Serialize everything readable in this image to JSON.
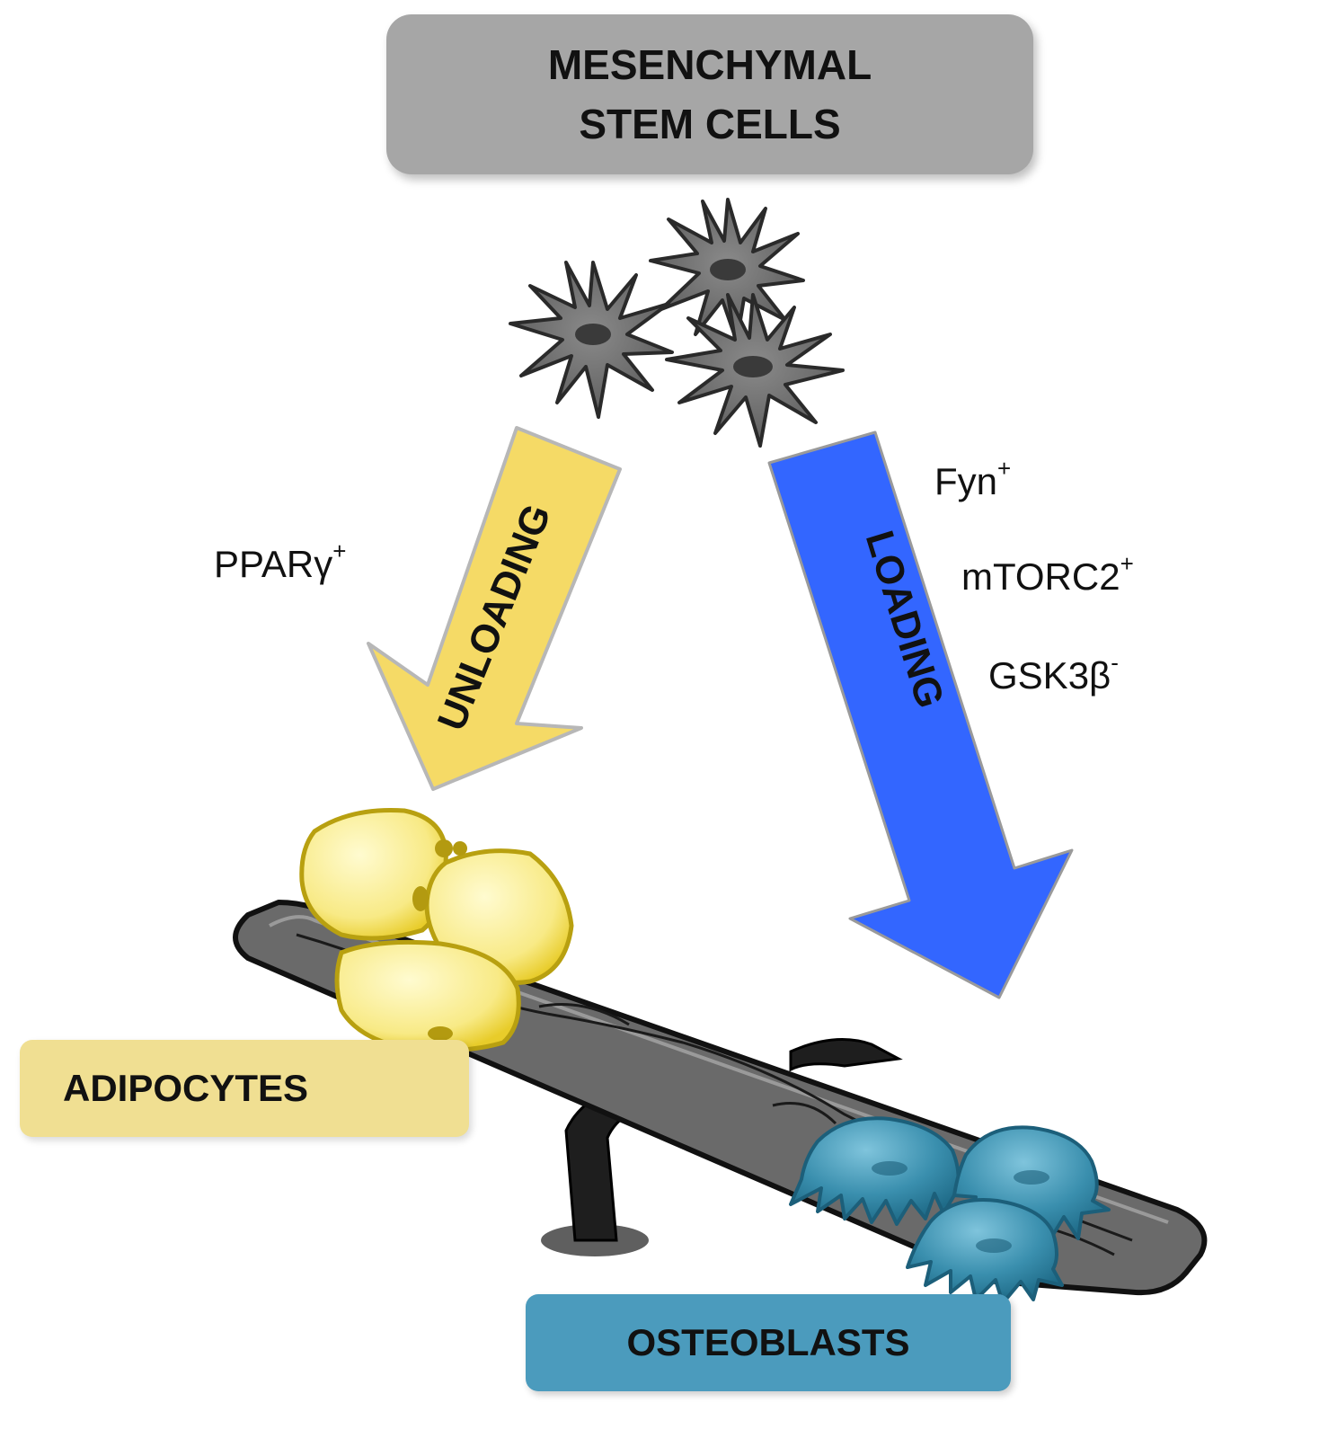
{
  "title_box": {
    "line1": "MESENCHYMAL",
    "line2": "STEM CELLS"
  },
  "arrows": {
    "unloading": {
      "label": "UNLOADING",
      "color": "#f5da66"
    },
    "loading": {
      "label": "LOADING",
      "color": "#3366ff"
    }
  },
  "markers": {
    "ppar": {
      "base": "PPARγ",
      "sign": "+"
    },
    "fyn": {
      "base": "Fyn",
      "sign": "+"
    },
    "mtorc2": {
      "base": "mTORC2",
      "sign": "+"
    },
    "gsk3b": {
      "base": "GSK3β",
      "sign": "-"
    }
  },
  "labels": {
    "adipocytes": "ADIPOCYTES",
    "osteoblasts": "OSTEOBLASTS"
  },
  "colors": {
    "msc_box": "#a6a6a6",
    "adipocyte_box": "#f0df92",
    "osteoblast_box": "#4b9bbd",
    "stem_cell": "#6b6b6b",
    "adipocyte_cell": "#f7e97a",
    "osteoblast_cell": "#3a8fae",
    "seesaw_board": "#5a5a5a"
  }
}
